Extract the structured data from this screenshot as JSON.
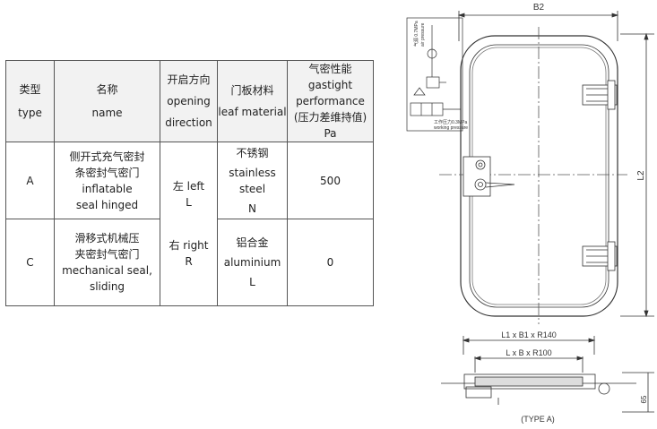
{
  "table": {
    "headers": {
      "type": [
        "类型",
        "type"
      ],
      "name": [
        "名称",
        "name"
      ],
      "direction": [
        "开启方向",
        "opening",
        "direction"
      ],
      "material": [
        "门板材料",
        "leaf material"
      ],
      "performance": [
        "气密性能",
        "gastight",
        "performance",
        "(压力差维持值)",
        "Pa"
      ]
    },
    "rows": [
      {
        "type": "A",
        "name": [
          "侧开式充气密封",
          "条密封气密门",
          "inflatable",
          "seal hinged"
        ],
        "material": [
          "不锈钢",
          "stainless steel",
          "N"
        ],
        "pressure": "500"
      },
      {
        "type": "C",
        "name": [
          "滑移式机械压",
          "夹密封气密门",
          "mechanical seal,",
          "sliding"
        ],
        "material": [
          "铝合金",
          "aluminium",
          "L"
        ],
        "pressure": "0"
      }
    ],
    "direction_merged": [
      "左 left",
      "L",
      "右 right",
      "R"
    ]
  },
  "drawing": {
    "dim_width": "B2",
    "dim_height": "L2",
    "dim_outer": "L1 x B1 x R140",
    "dim_inner": "L x B x R100",
    "dim_thickness": "65",
    "caption": "(TYPE A)",
    "pneumatic_label_top": "气源 0.7MPa",
    "pneumatic_label_top_en": "air pressure",
    "pneumatic_label_work": "工作压力0.3MPa",
    "pneumatic_label_work_en": "working pressure"
  }
}
